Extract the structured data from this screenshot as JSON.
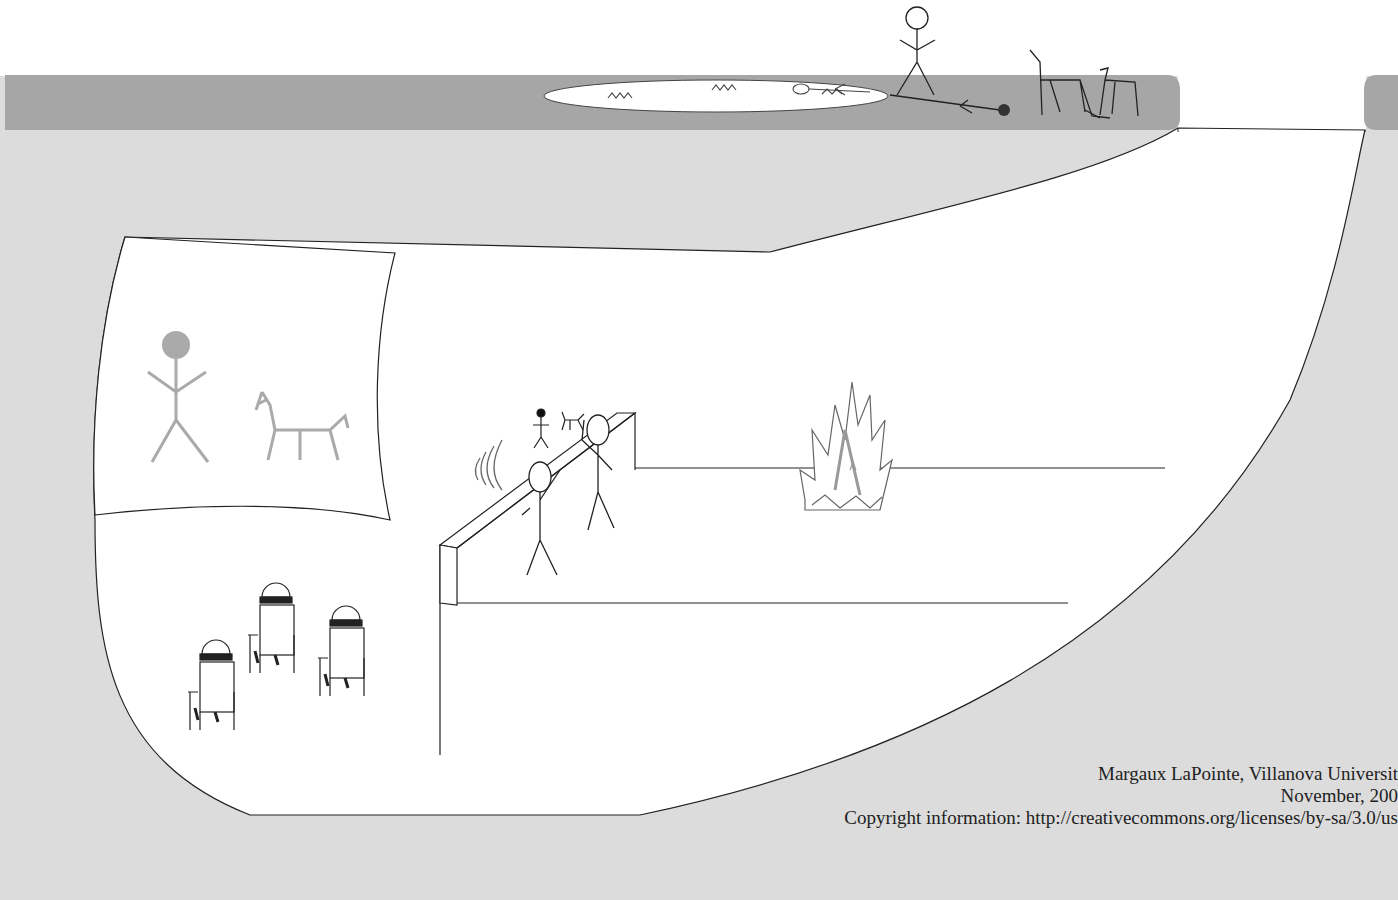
{
  "diagram": {
    "labels": [
      "Margaux LaPointe, Villanova Universit",
      "November, 200",
      "Copyright information: http://creativecommons.org/licenses/by-sa/3.0/us"
    ]
  }
}
